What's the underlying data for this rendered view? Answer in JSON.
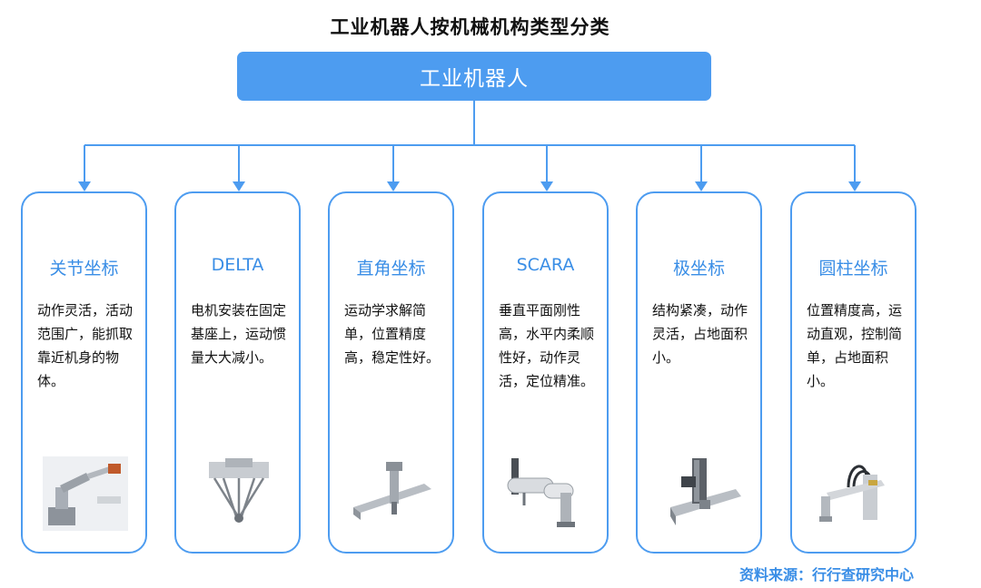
{
  "title": "工业机器人按机械机构类型分类",
  "root": "工业机器人",
  "categories": [
    {
      "name": "关节坐标",
      "desc": "动作灵活，活动范围广，能抓取靠近机身的物体。",
      "icon": "articulated-robot-icon"
    },
    {
      "name": "DELTA",
      "desc": "电机安装在固定基座上，运动惯量大大减小。",
      "icon": "delta-robot-icon"
    },
    {
      "name": "直角坐标",
      "desc": "运动学求解简单，位置精度高，稳定性好。",
      "icon": "cartesian-robot-icon"
    },
    {
      "name": "SCARA",
      "desc": "垂直平面刚性高，水平内柔顺性好，动作灵活，定位精准。",
      "icon": "scara-robot-icon"
    },
    {
      "name": "极坐标",
      "desc": "结构紧凑，动作灵活，占地面积小。",
      "icon": "polar-robot-icon"
    },
    {
      "name": "圆柱坐标",
      "desc": "位置精度高，运动直观，控制简单，占地面积小。",
      "icon": "cylindrical-robot-icon"
    }
  ],
  "source": "资料来源：行行查研究中心",
  "colors": {
    "accent": "#4d9cf0",
    "text_accent": "#3a8ee6"
  }
}
